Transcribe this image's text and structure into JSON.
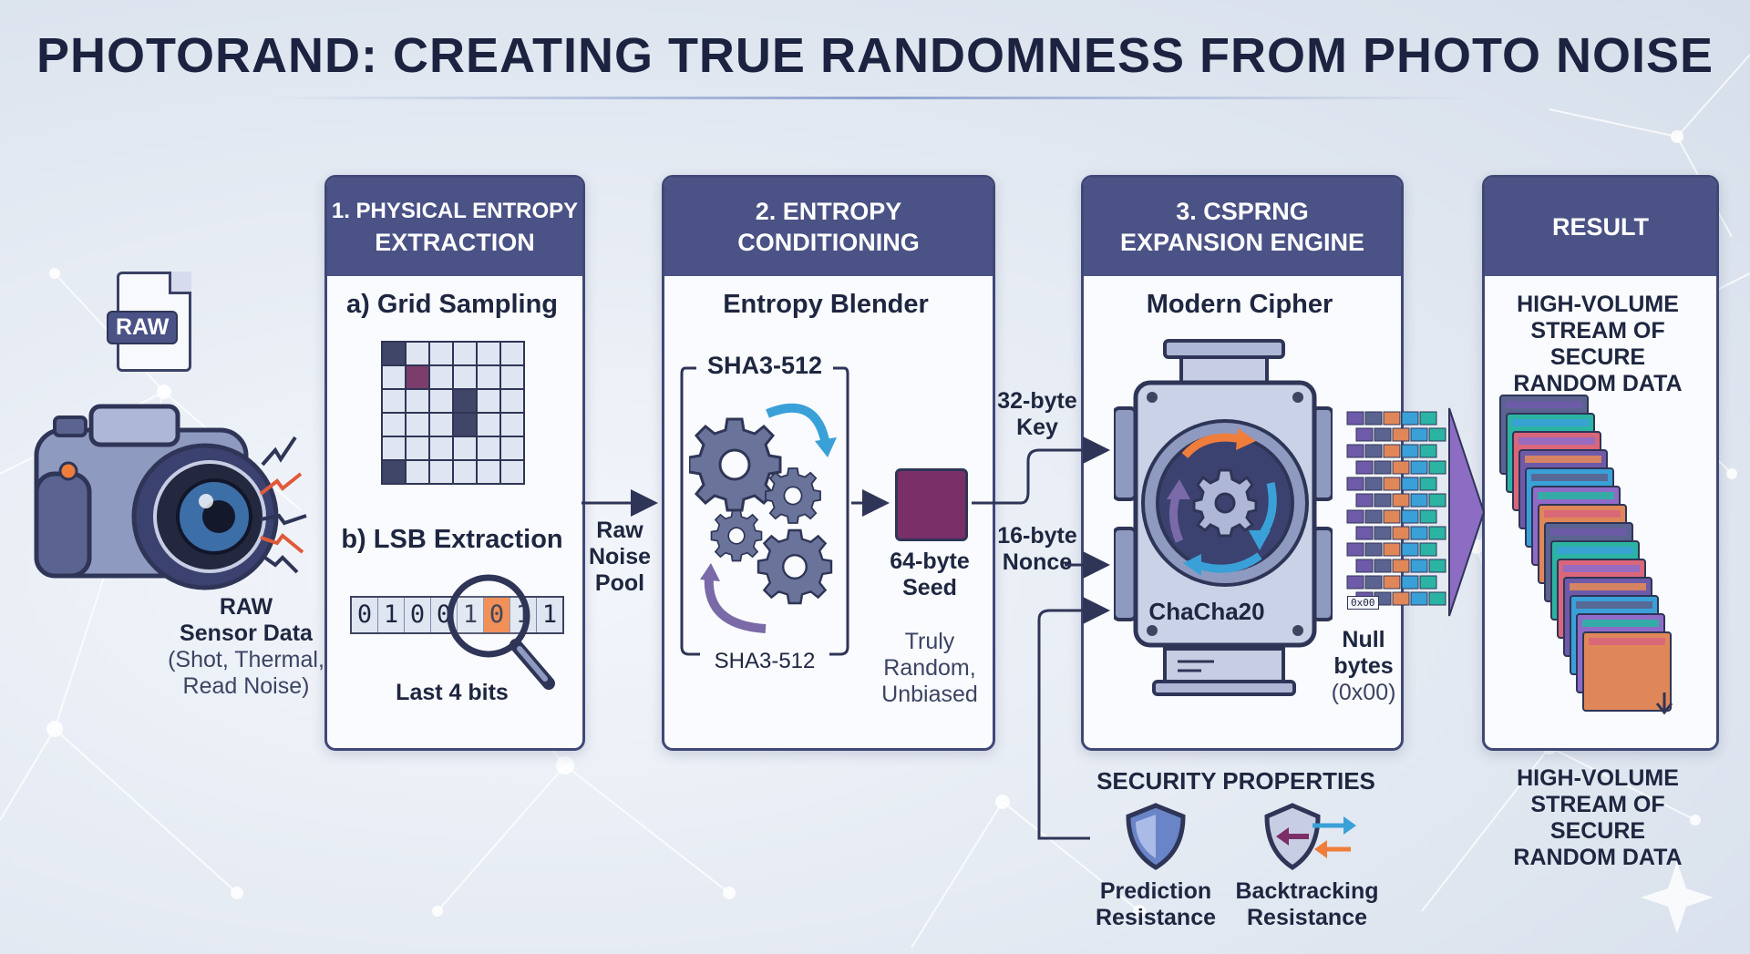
{
  "title": "PHOTORAND: CREATING TRUE RANDOMNESS FROM PHOTO NOISE",
  "colors": {
    "panel_header": "#4a5286",
    "accent_orange": "#ef7d3b",
    "accent_blue": "#3aa0d8",
    "seed_purple": "#7a2f68",
    "dark": "#1e2640"
  },
  "source": {
    "file_label": "RAW",
    "camera_icon": "camera-icon",
    "sensor_label_line1": "RAW",
    "sensor_label_line2": "Sensor Data",
    "sensor_detail_line1": "(Shot, Thermal,",
    "sensor_detail_line2": "Read Noise)"
  },
  "panel1": {
    "head_line1": "1. PHYSICAL ENTROPY",
    "head_line2": "EXTRACTION",
    "grid_title": "a) Grid Sampling",
    "lsb_title": "b) LSB Extraction",
    "bits": [
      "0",
      "1",
      "0",
      "0",
      "1",
      "0",
      "1",
      "1"
    ],
    "highlight_bit_index": 5,
    "caption": "Last 4 bits"
  },
  "arrow1": {
    "line1": "Raw",
    "line2": "Noise",
    "line3": "Pool"
  },
  "panel2": {
    "head_line1": "2. ENTROPY",
    "head_line2": "CONDITIONING",
    "subtitle": "Entropy Blender",
    "hash_top": "SHA3-512",
    "hash_bottom": "SHA3-512",
    "seed_line1": "64-byte",
    "seed_line2": "Seed",
    "note_line1": "Truly",
    "note_line2": "Random,",
    "note_line3": "Unbiased"
  },
  "inputs": {
    "key_line1": "32-byte",
    "key_line2": "Key",
    "nonce_line1": "16-byte",
    "nonce_line2": "Nonce"
  },
  "panel3": {
    "head_line1": "3. CSPRNG",
    "head_line2": "EXPANSION ENGINE",
    "subtitle": "Modern Cipher",
    "engine": "ChaCha20",
    "null_line1": "Null",
    "null_line2": "bytes",
    "null_line3": "(0x00)",
    "stream_tag": "0x00"
  },
  "security": {
    "heading": "SECURITY PROPERTIES",
    "prop1_line1": "Prediction",
    "prop1_line2": "Resistance",
    "prop2_line1": "Backtracking",
    "prop2_line2": "Resistance"
  },
  "panel4": {
    "head": "RESULT",
    "desc_line1": "HIGH-VOLUME",
    "desc_line2": "STREAM OF SECURE",
    "desc_line3": "RANDOM DATA",
    "footer_line1": "HIGH-VOLUME",
    "footer_line2": "STREAM OF SECURE",
    "footer_line3": "RANDOM DATA"
  }
}
